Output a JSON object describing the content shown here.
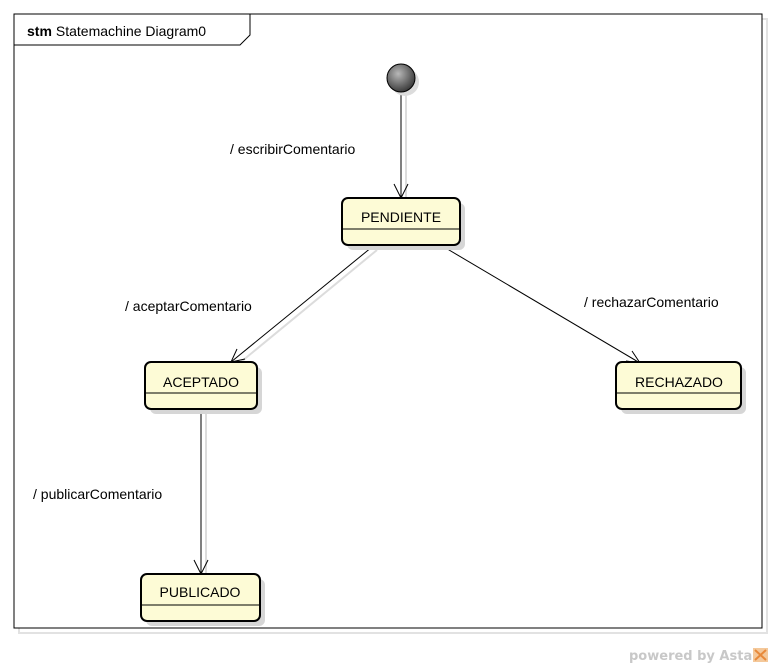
{
  "frame": {
    "keyword": "stm",
    "name": "Statemachine Diagram0"
  },
  "states": {
    "pendiente": "PENDIENTE",
    "aceptado": "ACEPTADO",
    "rechazado": "RECHAZADO",
    "publicado": "PUBLICADO"
  },
  "transitions": {
    "initial_to_pendiente": "/ escribirComentario",
    "pendiente_to_aceptado": "/ aceptarComentario",
    "pendiente_to_rechazado": "/ rechazarComentario",
    "aceptado_to_publicado": "/ publicarComentario"
  },
  "watermark": "powered by Astah",
  "colors": {
    "state_fill": "#fdfbd6",
    "state_border": "#000000",
    "shadow": "#d6d6d6",
    "initial_node": "#6e6e6e"
  }
}
